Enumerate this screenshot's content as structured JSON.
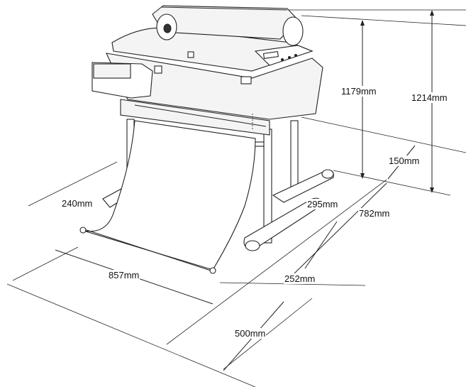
{
  "dimensions": {
    "height_total": "1214mm",
    "height_top": "1179mm",
    "foot_offset": "150mm",
    "depth_total": "782mm",
    "foot_depth": "295mm",
    "basket_width": "857mm",
    "basket_depth": "240mm",
    "stand_gap": "252mm",
    "basket_extension": "500mm"
  }
}
